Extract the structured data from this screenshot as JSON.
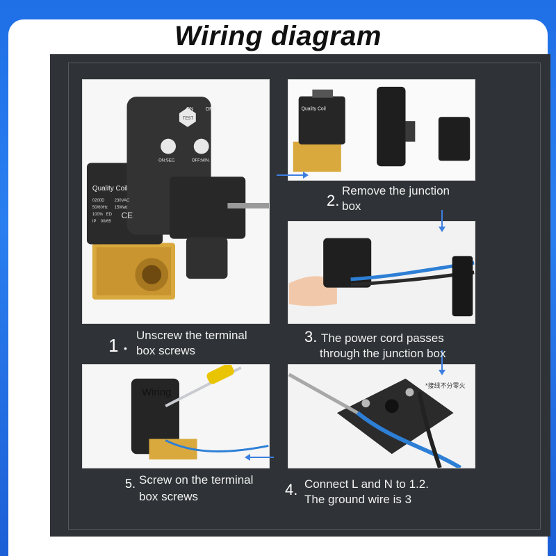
{
  "title": "Wiring diagram",
  "steps": [
    {
      "num": "1",
      "line1": "Unscrew the terminal",
      "line2": "box screws"
    },
    {
      "num": "2.",
      "line1": "Remove the junction",
      "line2": "box"
    },
    {
      "num": "3.",
      "line1": "The power cord passes",
      "line2": "through the junction box"
    },
    {
      "num": "4.",
      "line1": "Connect L and N to 1.2.",
      "line2": "The ground wire is 3"
    },
    {
      "num": "5.",
      "line1": "Screw on the terminal",
      "line2": "box screws"
    }
  ],
  "photo_text": {
    "wiring": "Wiring",
    "chinese_note": "*接线不分零火",
    "coil_brand": "Quality Coil",
    "coil_model": "0200D",
    "coil_voltage": "230VAC",
    "coil_freq": "50/60Hz",
    "coil_watt": "15Watt",
    "coil_duty": "100%",
    "coil_ed": "ED",
    "coil_ip": "IP",
    "coil_ip_val": "00/65",
    "ce_mark": "CE",
    "test": "TEST",
    "on": "ON",
    "off": "OFF",
    "on_sec": "ON:SEC.",
    "off_min": "OFF:MIN."
  },
  "colors": {
    "background_blue": "#1f6fe6",
    "panel_dark": "#2f3236",
    "arrow_blue": "#3d7fe0",
    "brass": "#d9a93e",
    "wire_blue": "#2d7fd6"
  }
}
